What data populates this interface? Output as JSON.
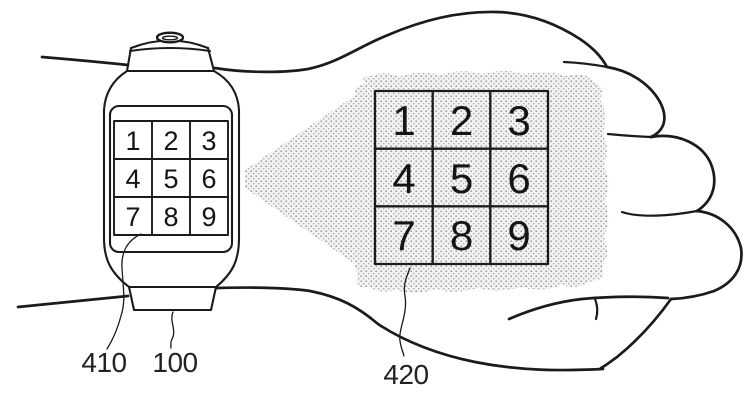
{
  "figure": {
    "background_color": "#ffffff",
    "line_color": "#1b1b1b",
    "stipple_color": "#8f8f8f"
  },
  "smartwatch": {
    "keypad_keys": [
      "1",
      "2",
      "3",
      "4",
      "5",
      "6",
      "7",
      "8",
      "9"
    ]
  },
  "projection": {
    "keypad_keys": [
      "1",
      "2",
      "3",
      "4",
      "5",
      "6",
      "7",
      "8",
      "9"
    ]
  },
  "reference_labels": {
    "watch_keypad": "410",
    "device": "100",
    "projected_keypad": "420"
  }
}
